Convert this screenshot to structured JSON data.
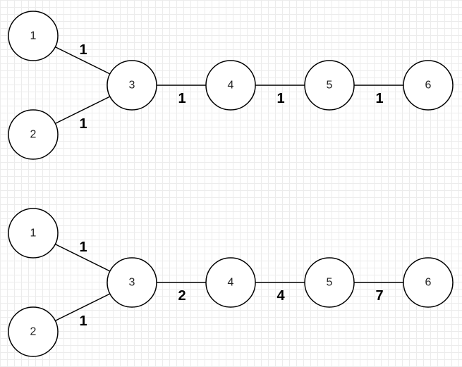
{
  "canvas": {
    "background": "#ffffff",
    "grid_color": "#ececec"
  },
  "graphs": [
    {
      "nodes": [
        "1",
        "2",
        "3",
        "4",
        "5",
        "6"
      ],
      "edges": [
        {
          "from": "1",
          "to": "3",
          "weight": "1"
        },
        {
          "from": "2",
          "to": "3",
          "weight": "1"
        },
        {
          "from": "3",
          "to": "4",
          "weight": "1"
        },
        {
          "from": "4",
          "to": "5",
          "weight": "1"
        },
        {
          "from": "5",
          "to": "6",
          "weight": "1"
        }
      ]
    },
    {
      "nodes": [
        "1",
        "2",
        "3",
        "4",
        "5",
        "6"
      ],
      "edges": [
        {
          "from": "1",
          "to": "3",
          "weight": "1"
        },
        {
          "from": "2",
          "to": "3",
          "weight": "1"
        },
        {
          "from": "3",
          "to": "4",
          "weight": "2"
        },
        {
          "from": "4",
          "to": "5",
          "weight": "4"
        },
        {
          "from": "5",
          "to": "6",
          "weight": "7"
        }
      ]
    }
  ]
}
